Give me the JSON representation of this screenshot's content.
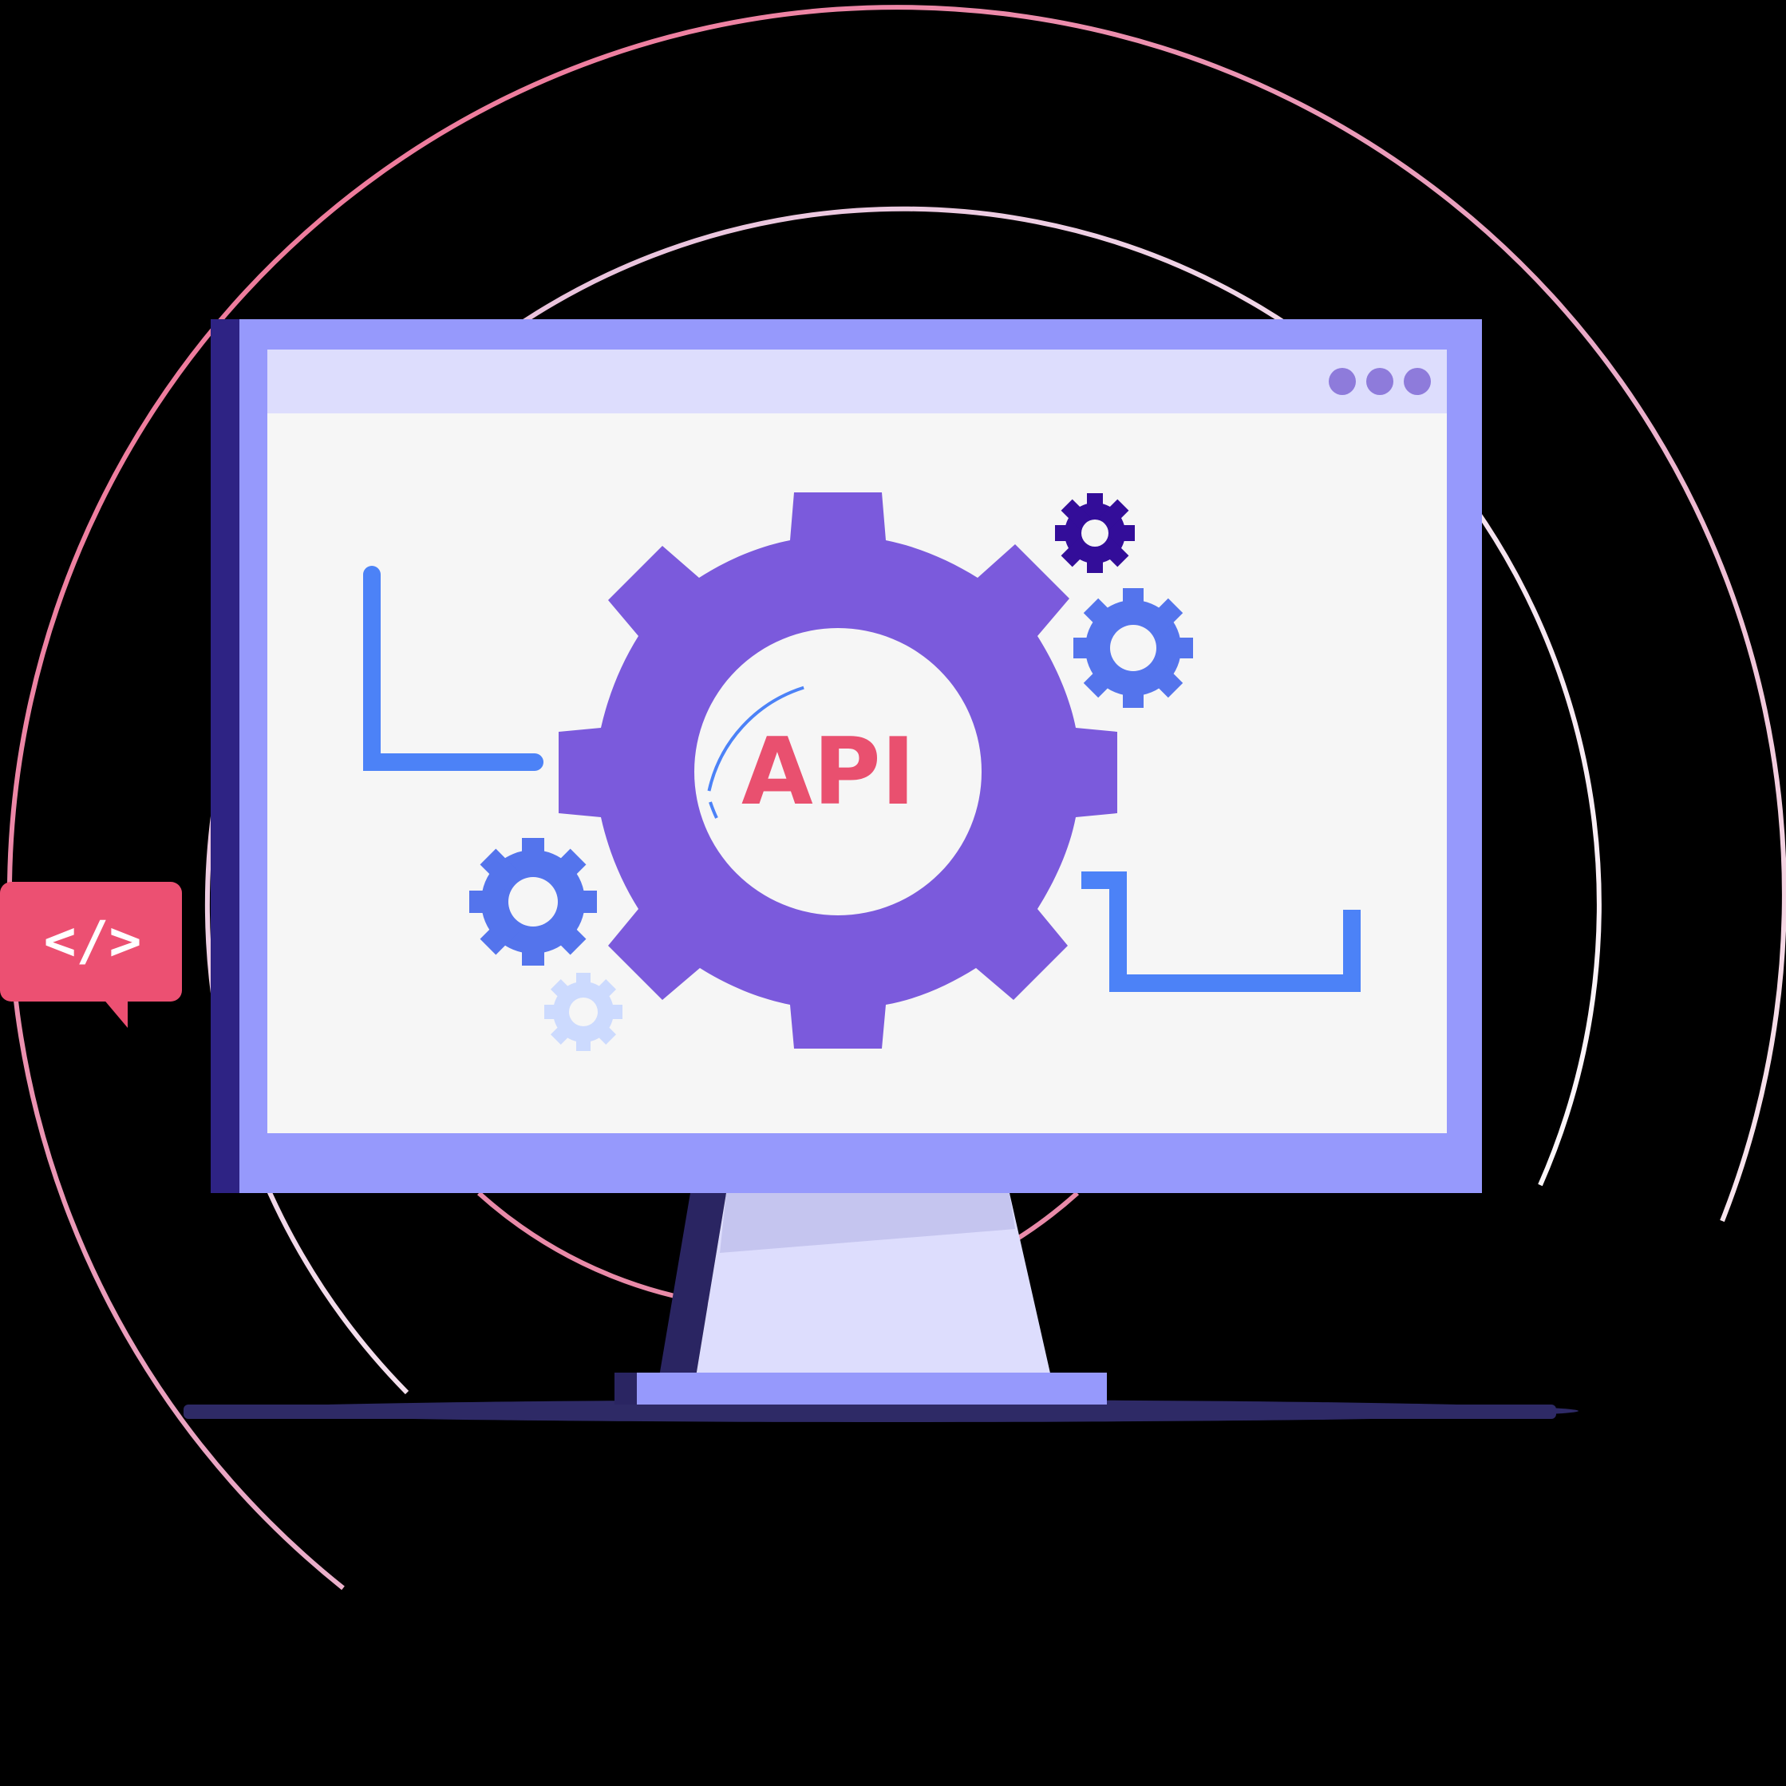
{
  "illustration": {
    "center_label": "API",
    "code_badge_label": "</>",
    "window_controls": [
      "dot",
      "dot",
      "dot"
    ],
    "icons": {
      "main": "gear-icon",
      "badge": "code-icon",
      "monitor": "monitor-icon"
    },
    "colors": {
      "background": "#000000",
      "monitor_frame": "#9699FC",
      "monitor_frame_dark": "#2E2384",
      "screen_header": "#DDDDFD",
      "screen_body": "#F6F6F6",
      "window_dots": "#8E7BDB",
      "main_gear": "#7B5ADC",
      "api_text": "#E9506F",
      "circuit_line": "#4C82F7",
      "gear_blue": "#5474EC",
      "gear_dark": "#330D99",
      "gear_light": "#CCDAFE",
      "badge": "#EC5072",
      "ring_pink": "#F06A8C",
      "ring_light": "#FFFFFF",
      "stand": "#DDDDFD",
      "stand_shadow": "#C5C5EF",
      "stand_dark": "#2A2562",
      "base": "#9699FC",
      "floor_shadow": "#2E2A66"
    }
  }
}
